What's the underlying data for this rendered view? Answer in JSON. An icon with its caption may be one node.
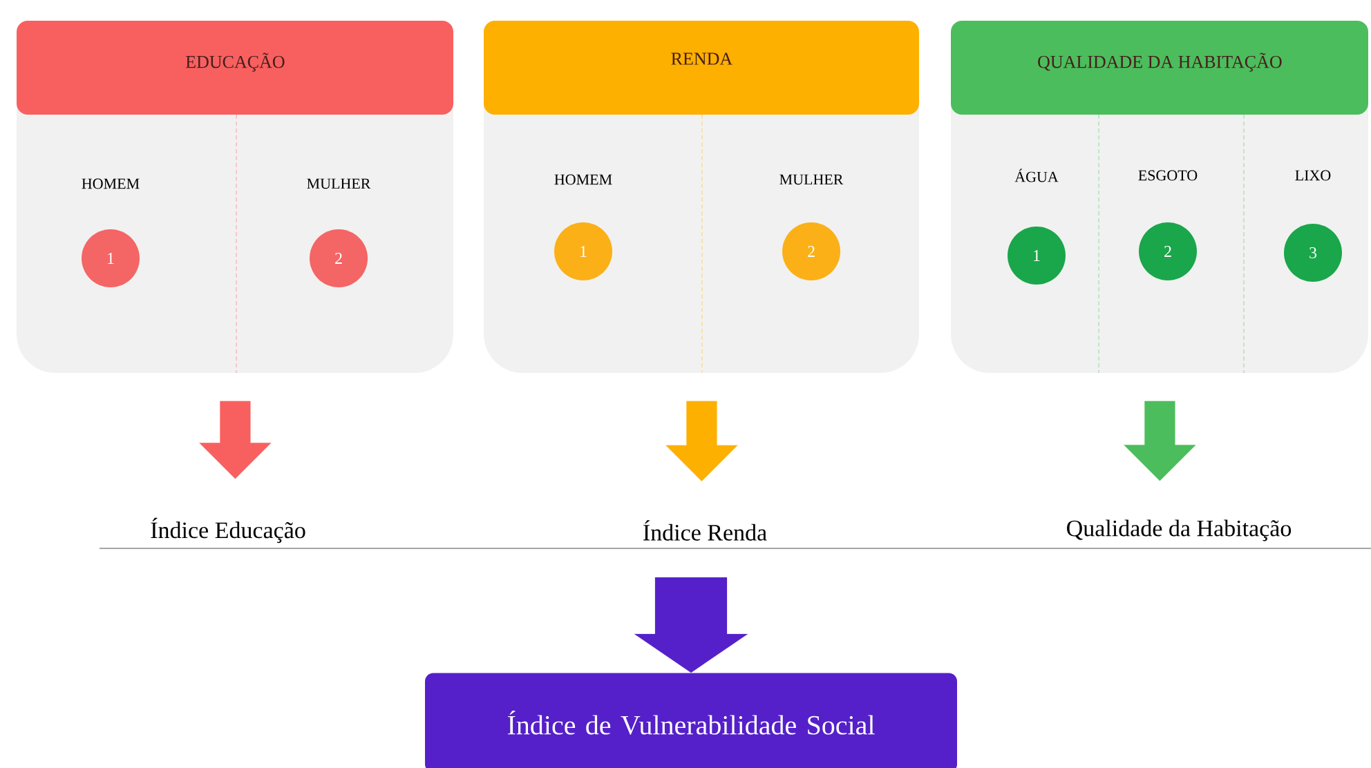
{
  "diagram": {
    "nodes": [
      {
        "text": [
          "EDUCAÇÃO"
        ]
      },
      {
        "text": [
          "1"
        ],
        "in": 0,
        "beside": [
          "HOMEM"
        ]
      },
      {
        "text": [
          "2"
        ],
        "in": 0,
        "beside": [
          "MULHER"
        ]
      },
      {
        "text": [
          "RENDA"
        ]
      },
      {
        "text": [
          "1"
        ],
        "in": 3,
        "beside": [
          "HOMEM"
        ]
      },
      {
        "text": [
          "2"
        ],
        "in": 3,
        "beside": [
          "MULHER"
        ]
      },
      {
        "text": [
          "QUALIDADE DA HABITAÇÃO"
        ]
      },
      {
        "text": [
          "1"
        ],
        "in": 6,
        "beside": [
          "ÁGUA"
        ]
      },
      {
        "text": [
          "2"
        ],
        "in": 6,
        "beside": [
          "ESGOTO"
        ]
      },
      {
        "text": [
          "3"
        ],
        "in": 6,
        "beside": [
          "LIXO"
        ]
      },
      {
        "text": [
          "Índice Educação"
        ]
      },
      {
        "text": [
          "Índice Renda"
        ]
      },
      {
        "text": [
          "Qualidade da Habitação"
        ]
      },
      {
        "text": [
          "Índice de Vulnerabilidade Social"
        ]
      }
    ],
    "edges": [
      {
        "from": 0,
        "to": 10,
        "arrow": "to",
        "style": "thick",
        "color": "#f8605f"
      },
      {
        "from": 3,
        "to": 11,
        "arrow": "to",
        "style": "thick",
        "color": "#fdb000"
      },
      {
        "from": 6,
        "to": 12,
        "arrow": "to",
        "style": "thick",
        "color": "#4cbd5c"
      },
      {
        "from": null,
        "to": 13,
        "arrow": "to",
        "style": "thick",
        "color": "#5520c9"
      }
    ]
  }
}
